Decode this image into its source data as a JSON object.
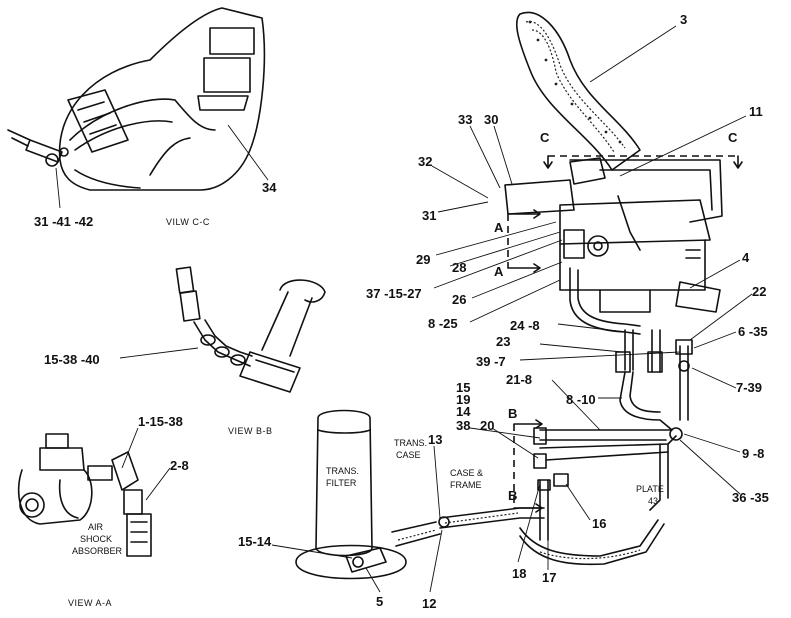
{
  "labels": {
    "l3": "3",
    "l11": "11",
    "l4": "4",
    "l22": "22",
    "l6_35": "6 -35",
    "l7_39": "7-39",
    "l9_8": "9 -8",
    "l36_35": "36 -35",
    "l33": "33",
    "l30": "30",
    "l32": "32",
    "l31": "31",
    "l29": "29",
    "l28": "28",
    "l37_15_27": "37 -15-27",
    "l26": "26",
    "l8_25": "8 -25",
    "l24_8": "24 -8",
    "l23": "23",
    "l39_7": "39 -7",
    "l21_8": "21-8",
    "l8_10": "8 -10",
    "l15": "15",
    "l19": "19",
    "l14": "14",
    "l38": "38",
    "l20": "20",
    "l13": "13",
    "l16": "16",
    "l17": "17",
    "l18": "18",
    "l12": "12",
    "l5": "5",
    "l15_14": "15-14",
    "l34": "34",
    "l31_41_42": "31 -41 -42",
    "l15_38_40": "15-38 -40",
    "l1_15_38": "1-15-38",
    "l2_8": "2-8"
  },
  "section_markers": {
    "c_left": "C",
    "c_right": "C",
    "a_top": "A",
    "a_bottom": "A",
    "b_top": "B",
    "b_bottom": "B"
  },
  "view_captions": {
    "view_cc": "VILW C-C",
    "view_bb": "VIEW B-B",
    "view_aa": "VIEW A-A"
  },
  "component_text": {
    "trans_filter_1": "TRANS.",
    "trans_filter_2": "FILTER",
    "trans_case_1": "TRANS.",
    "trans_case_2": "CASE",
    "case_frame_1": "CASE &",
    "case_frame_2": "FRAME",
    "plate_1": "PLATE",
    "plate_2": "43",
    "air_1": "AIR",
    "air_2": "SHOCK",
    "air_3": "ABSORBER"
  }
}
